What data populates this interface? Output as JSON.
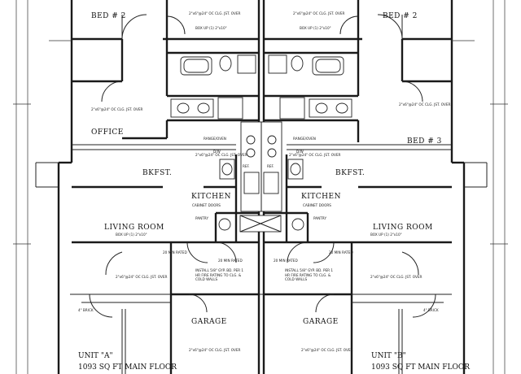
{
  "plan": {
    "rooms": {
      "bed2_left": "BED # 2",
      "bed2_right": "BED # 2",
      "bed3_right": "BED # 3",
      "office": "OFFICE",
      "bkfst_left": "BKFST.",
      "bkfst_right": "BKFST.",
      "kitchen_left": "KITCHEN",
      "kitchen_right": "KITCHEN",
      "living_left": "LIVING ROOM",
      "living_right": "LIVING ROOM",
      "garage_left": "GARAGE",
      "garage_right": "GARAGE"
    },
    "units": {
      "a_name": "UNIT \"A\"",
      "a_area": "1093 SQ FT MAIN FLOOR",
      "b_name": "UNIT \"B\"",
      "b_area": "1093 SQ FT MAIN FLOOR"
    },
    "notes": {
      "ceiling": "2\"x6\"@24\" OC CLG. JST. OVER",
      "box_up": "BOX UP (1) 2\"x10\"",
      "range_oven": "RANGE/OVEN",
      "pantry": "PANTRY",
      "cabinet_doors": "CABINET DOORS",
      "min_rated": "20 MIN RATED",
      "fire_rating": "INSTALL 5/8\" GYP. BD. PER 1 HR FIRE RATING TO CLG. & COLD WALLS",
      "brick": "4\" BRICK",
      "dw": "D/W",
      "ref": "REF."
    }
  }
}
